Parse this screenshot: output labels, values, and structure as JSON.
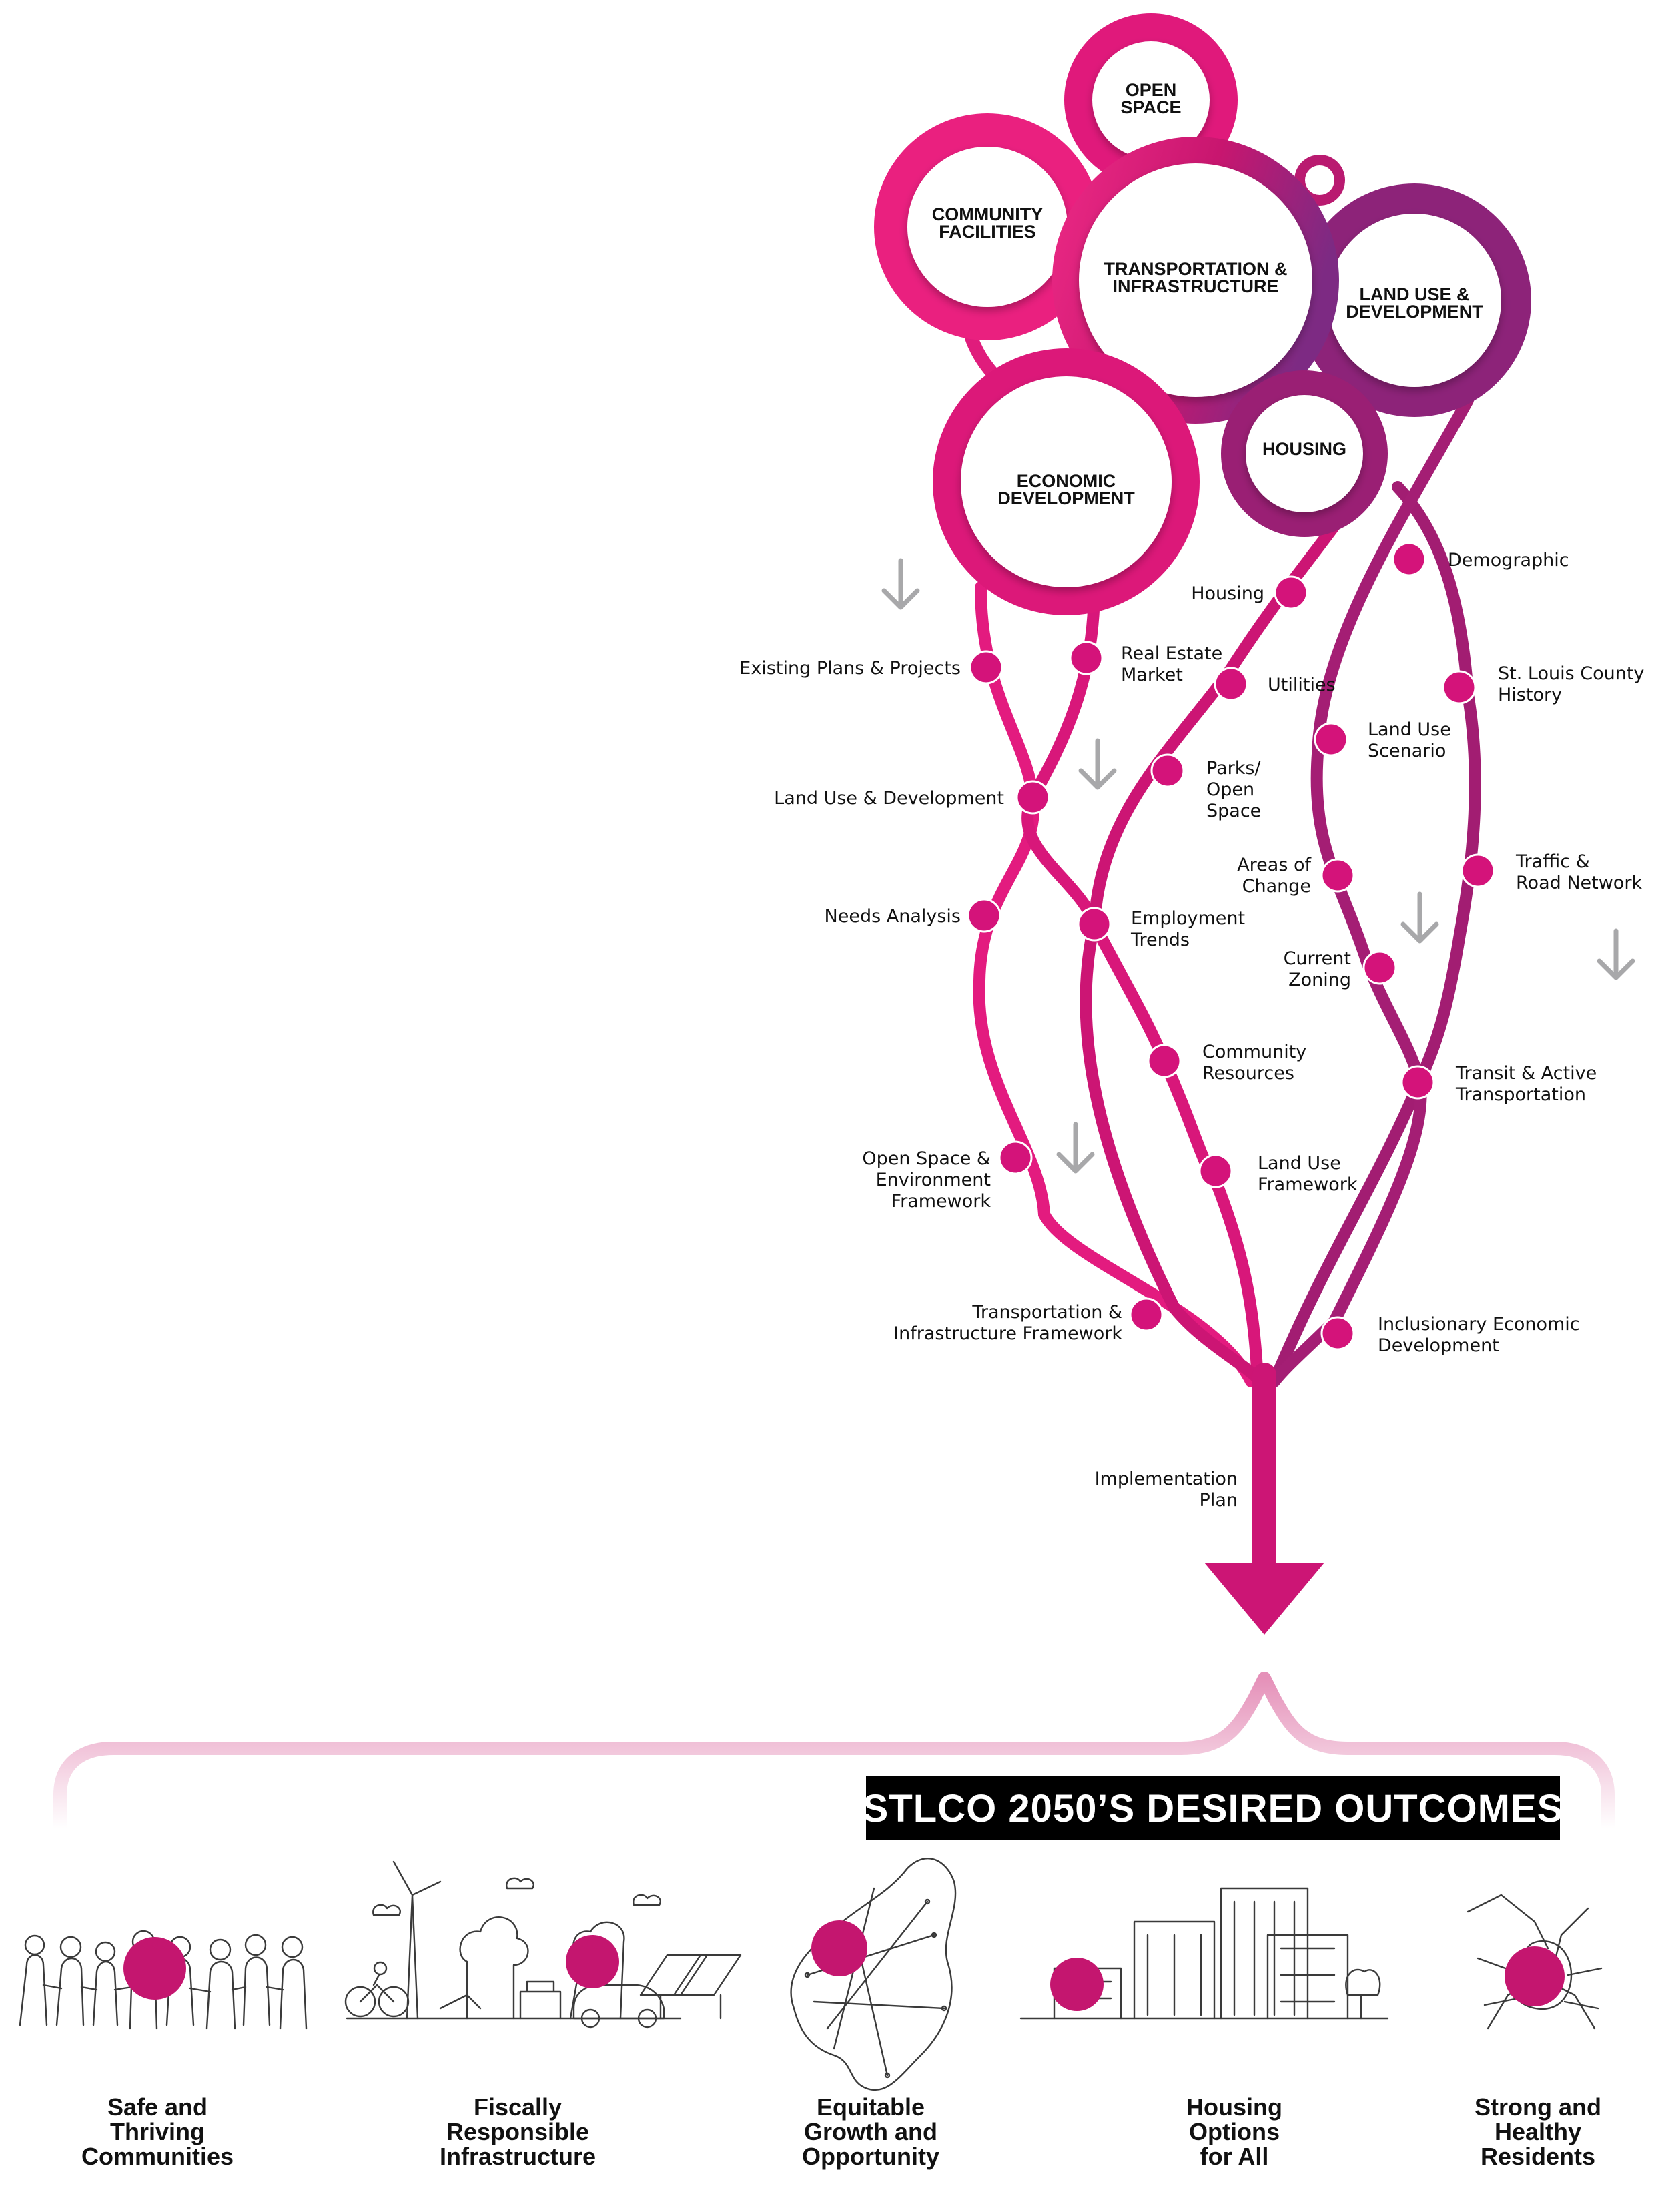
{
  "colors": {
    "magenta": "#d8177a",
    "pink": "#e9207e",
    "plum": "#9a1c6e",
    "purple": "#7d2a83",
    "light_pink": "#eab0cc",
    "gray_arrow": "#a8a8aa",
    "banner_bg": "#000000"
  },
  "bubbles": [
    {
      "id": "open-space",
      "lines": [
        "OPEN",
        "SPACE"
      ]
    },
    {
      "id": "community-facilities",
      "lines": [
        "COMMUNITY",
        "FACILITIES"
      ]
    },
    {
      "id": "transportation-infrastructure",
      "lines": [
        "TRANSPORTATION &",
        "INFRASTRUCTURE"
      ]
    },
    {
      "id": "land-use-development",
      "lines": [
        "LAND USE &",
        "DEVELOPMENT"
      ]
    },
    {
      "id": "economic-development",
      "lines": [
        "ECONOMIC",
        "DEVELOPMENT"
      ]
    },
    {
      "id": "housing",
      "lines": [
        "HOUSING"
      ]
    }
  ],
  "steps": [
    {
      "id": "existing-plans",
      "lines": [
        "Existing Plans & Projects"
      ]
    },
    {
      "id": "real-estate-market",
      "lines": [
        "Real Estate",
        "Market"
      ]
    },
    {
      "id": "land-use-development",
      "lines": [
        "Land Use & Development"
      ]
    },
    {
      "id": "needs-analysis",
      "lines": [
        "Needs Analysis"
      ]
    },
    {
      "id": "employment-trends",
      "lines": [
        "Employment",
        "Trends"
      ]
    },
    {
      "id": "community-resources",
      "lines": [
        "Community",
        "Resources"
      ]
    },
    {
      "id": "land-use-framework",
      "lines": [
        "Land Use",
        "Framework"
      ]
    },
    {
      "id": "open-space-framework",
      "lines": [
        "Open Space &",
        "Environment",
        "Framework"
      ]
    },
    {
      "id": "transportation-framework",
      "lines": [
        "Transportation &",
        "Infrastructure Framework"
      ]
    },
    {
      "id": "housing",
      "lines": [
        "Housing"
      ]
    },
    {
      "id": "utilities",
      "lines": [
        "Utilities"
      ]
    },
    {
      "id": "parks-open-space",
      "lines": [
        "Parks/",
        "Open",
        "Space"
      ]
    },
    {
      "id": "demographic",
      "lines": [
        "Demographic"
      ]
    },
    {
      "id": "county-history",
      "lines": [
        "St. Louis County",
        "History"
      ]
    },
    {
      "id": "land-use-scenario",
      "lines": [
        "Land Use",
        "Scenario"
      ]
    },
    {
      "id": "areas-of-change",
      "lines": [
        "Areas of",
        "Change"
      ]
    },
    {
      "id": "traffic-road-network",
      "lines": [
        "Traffic &",
        "Road Network"
      ]
    },
    {
      "id": "current-zoning",
      "lines": [
        "Current",
        "Zoning"
      ]
    },
    {
      "id": "transit-active",
      "lines": [
        "Transit & Active",
        "Transportation"
      ]
    },
    {
      "id": "inclusionary-econ",
      "lines": [
        "Inclusionary Economic",
        "Development"
      ]
    },
    {
      "id": "implementation-plan",
      "lines": [
        "Implementation",
        "Plan"
      ]
    }
  ],
  "banner": "STLCO 2050’S DESIRED OUTCOMES",
  "outcomes": [
    {
      "id": "safe-communities",
      "illustration": "people-holding-hands-icon",
      "lines": [
        "Safe and",
        "Thriving",
        "Communities"
      ]
    },
    {
      "id": "fiscal-infrastructure",
      "illustration": "green-infrastructure-icon",
      "lines": [
        "Fiscally",
        "Responsible",
        "Infrastructure"
      ]
    },
    {
      "id": "equitable-growth",
      "illustration": "county-map-icon",
      "lines": [
        "Equitable",
        "Growth and",
        "Opportunity"
      ]
    },
    {
      "id": "housing-options",
      "illustration": "buildings-icon",
      "lines": [
        "Housing",
        "Options",
        "for All"
      ]
    },
    {
      "id": "healthy-residents",
      "illustration": "joined-hands-icon",
      "lines": [
        "Strong and",
        "Healthy",
        "Residents"
      ]
    }
  ]
}
